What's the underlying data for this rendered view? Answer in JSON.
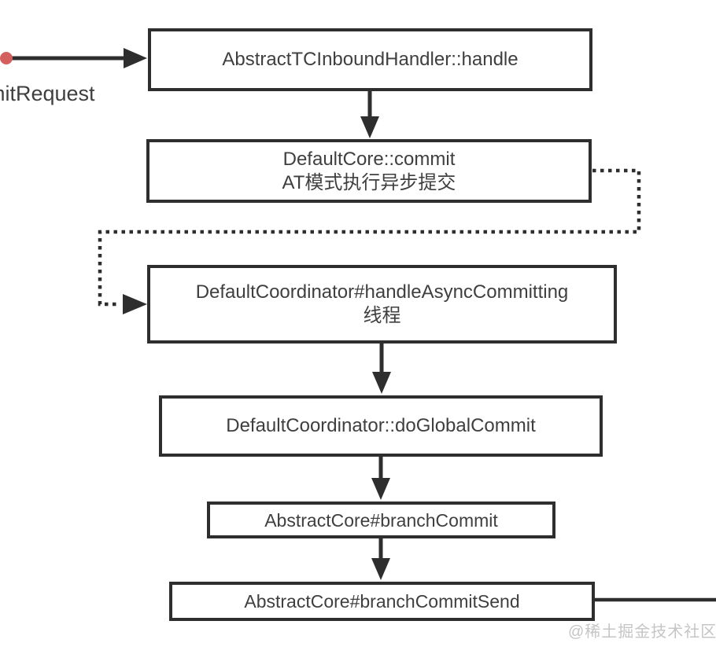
{
  "diagram": {
    "title_hint": "seata-commit-call-flowchart",
    "request_label": "mitRequest",
    "nodes": [
      {
        "id": "handle",
        "lines": [
          "AbstractTCInboundHandler::handle"
        ]
      },
      {
        "id": "commit",
        "lines": [
          "DefaultCore::commit",
          "AT模式执行异步提交"
        ]
      },
      {
        "id": "async-committing",
        "lines": [
          "DefaultCoordinator#handleAsyncCommitting",
          "线程"
        ]
      },
      {
        "id": "do-global-commit",
        "lines": [
          "DefaultCoordinator::doGlobalCommit"
        ]
      },
      {
        "id": "branch-commit",
        "lines": [
          "AbstractCore#branchCommit"
        ]
      },
      {
        "id": "branch-commit-send",
        "lines": [
          "AbstractCore#branchCommitSend"
        ]
      }
    ],
    "watermark": "@稀土掘金技术社区",
    "colors": {
      "line": "#2e2e2e",
      "text": "#3f3f3f",
      "origin_dot": "#d45f5f",
      "watermark": "#c5c5c5",
      "background": "#ffffff"
    }
  }
}
